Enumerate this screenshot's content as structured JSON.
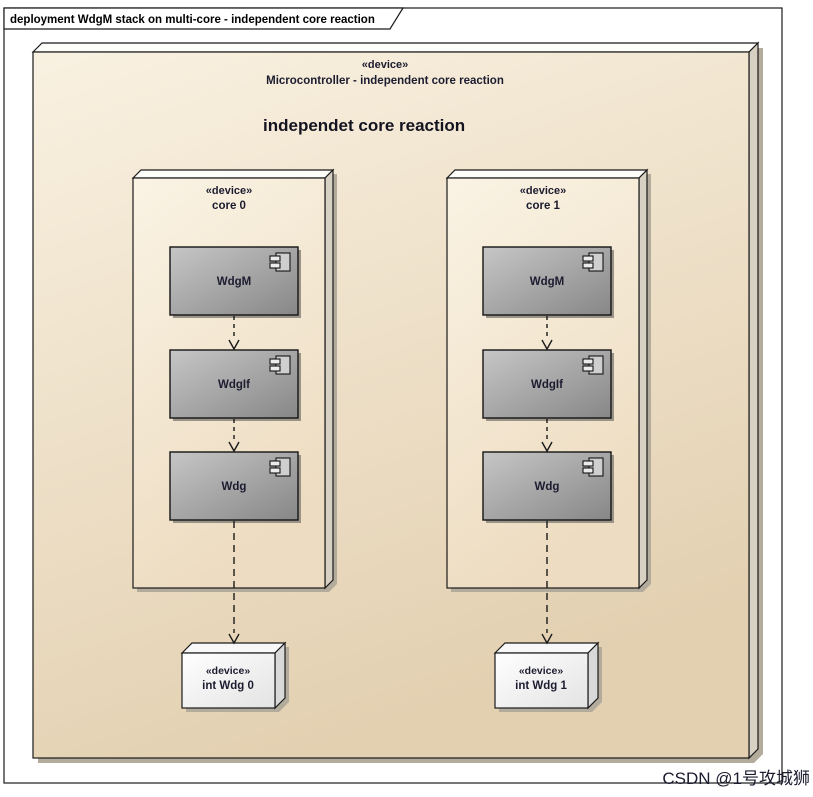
{
  "diagram": {
    "tab_title": "deployment WdgM stack on multi-core - independent core reaction"
  },
  "microcontroller": {
    "stereotype": "«device»",
    "name": "Microcontroller - independent core reaction",
    "heading": "independet core reaction"
  },
  "cores": [
    {
      "stereotype": "«device»",
      "name": "core 0",
      "components": [
        {
          "label": "WdgM"
        },
        {
          "label": "WdgIf"
        },
        {
          "label": "Wdg"
        }
      ]
    },
    {
      "stereotype": "«device»",
      "name": "core 1",
      "components": [
        {
          "label": "WdgM"
        },
        {
          "label": "WdgIf"
        },
        {
          "label": "Wdg"
        }
      ]
    }
  ],
  "internal_watchdogs": [
    {
      "stereotype": "«device»",
      "name": "int Wdg 0"
    },
    {
      "stereotype": "«device»",
      "name": "int Wdg 1"
    }
  ],
  "watermark": {
    "text": "CSDN @1号攻城狮"
  },
  "colors": {
    "device_face_light": "#f9f1e1",
    "device_face_dark": "#e3d0b1",
    "core_face_light": "#faf3e4",
    "core_face_dark": "#eddcc1",
    "component_light": "#c6c6c6",
    "component_dark": "#878787",
    "white_face_light": "#ffffff",
    "white_face_dark": "#e3e3e3",
    "shadow": "#b3ab9c",
    "outline": "#1a1a1a",
    "watermark": "#b5b5b5"
  }
}
